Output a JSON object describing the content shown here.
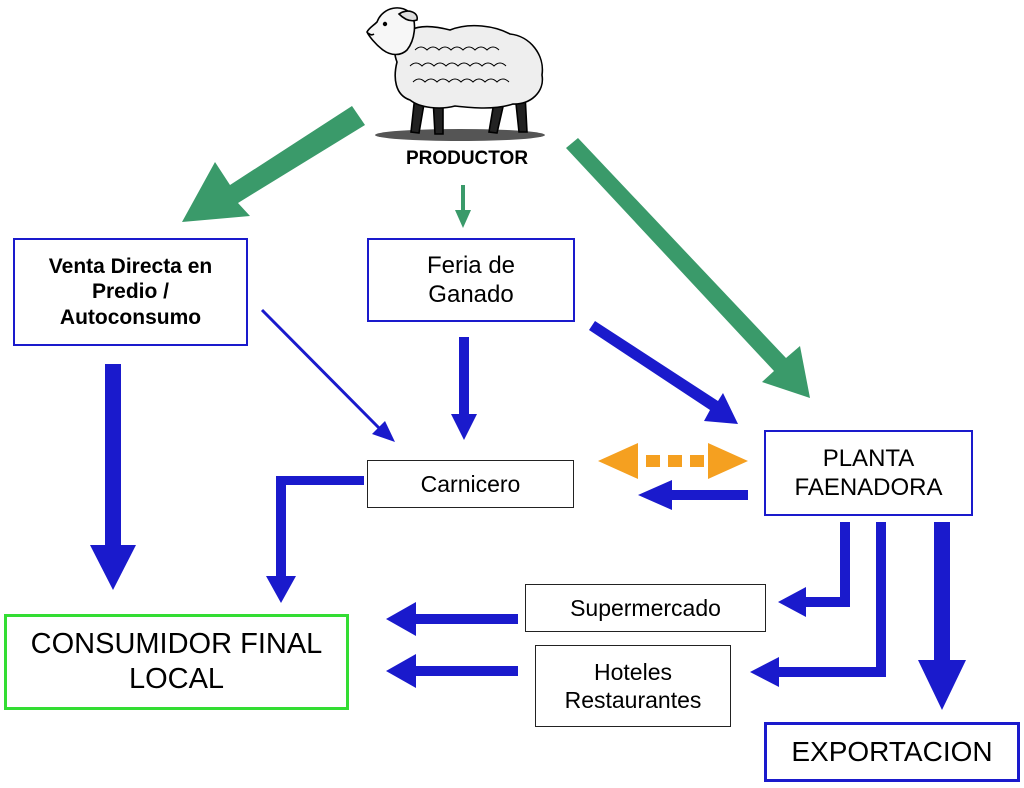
{
  "nodes": {
    "productor": "PRODUCTOR",
    "venta_directa": [
      "Venta Directa en",
      "Predio /",
      "Autoconsumo"
    ],
    "feria": [
      "Feria de",
      "Ganado"
    ],
    "carnicero": "Carnicero",
    "planta": [
      "PLANTA",
      "FAENADORA"
    ],
    "supermercado": "Supermercado",
    "hoteles": [
      "Hoteles",
      "Restaurantes"
    ],
    "consumidor": [
      "CONSUMIDOR FINAL",
      "LOCAL"
    ],
    "exportacion": "EXPORTACION"
  },
  "colors": {
    "producer_arrows": "#3a9a6a",
    "flow_arrows": "#1a1acc",
    "bidirectional_arrow": "#f5a020",
    "consumer_border": "#33dd33",
    "box_border": "#1a1acc"
  },
  "icons": [
    "sheep-icon"
  ]
}
